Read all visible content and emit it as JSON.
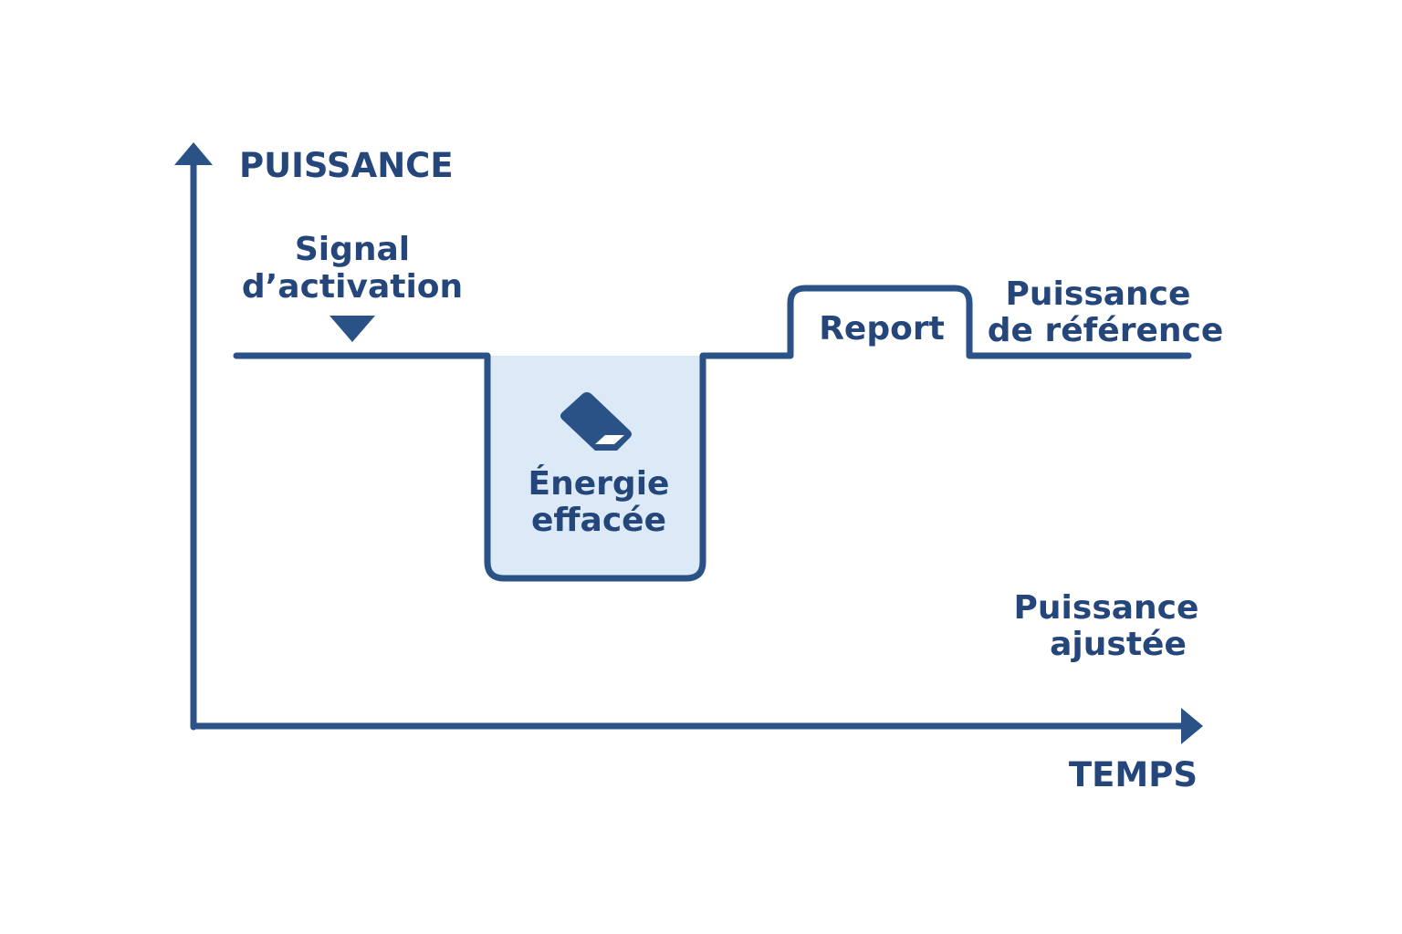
{
  "axes": {
    "y_label": "PUISSANCE",
    "x_label": "TEMPS"
  },
  "labels": {
    "signal_line1": "Signal",
    "signal_line2": "d’activation",
    "energy_line1": "Énergie",
    "energy_line2": "effacée",
    "report": "Report",
    "reference_line1": "Puissance",
    "reference_line2": "de référence",
    "adjusted_line1": "Puissance",
    "adjusted_line2": "ajustée"
  },
  "colors": {
    "stroke": "#2b5287",
    "text": "#24467a",
    "fill": "#dbeaf6",
    "background": "#ffffff"
  },
  "icons": {
    "energy": "eraser-icon",
    "signal": "triangle-down-icon"
  }
}
